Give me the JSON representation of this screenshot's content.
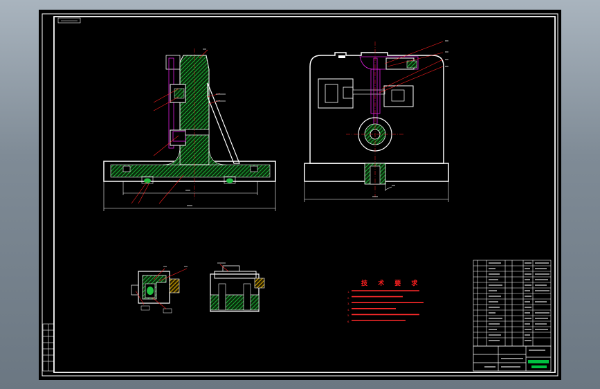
{
  "sheet": {
    "technical_requirements_title": "技 术 要 求",
    "technical_requirements": [
      "1.",
      "2.",
      "3.",
      "4.",
      "5.",
      "6."
    ]
  },
  "colors": {
    "background": "#000000",
    "frame": "#ffffff",
    "section_hatch": "#00b050",
    "leader": "#ff2020",
    "highlight": "#e020e0",
    "title_block_green": "#00c040"
  }
}
